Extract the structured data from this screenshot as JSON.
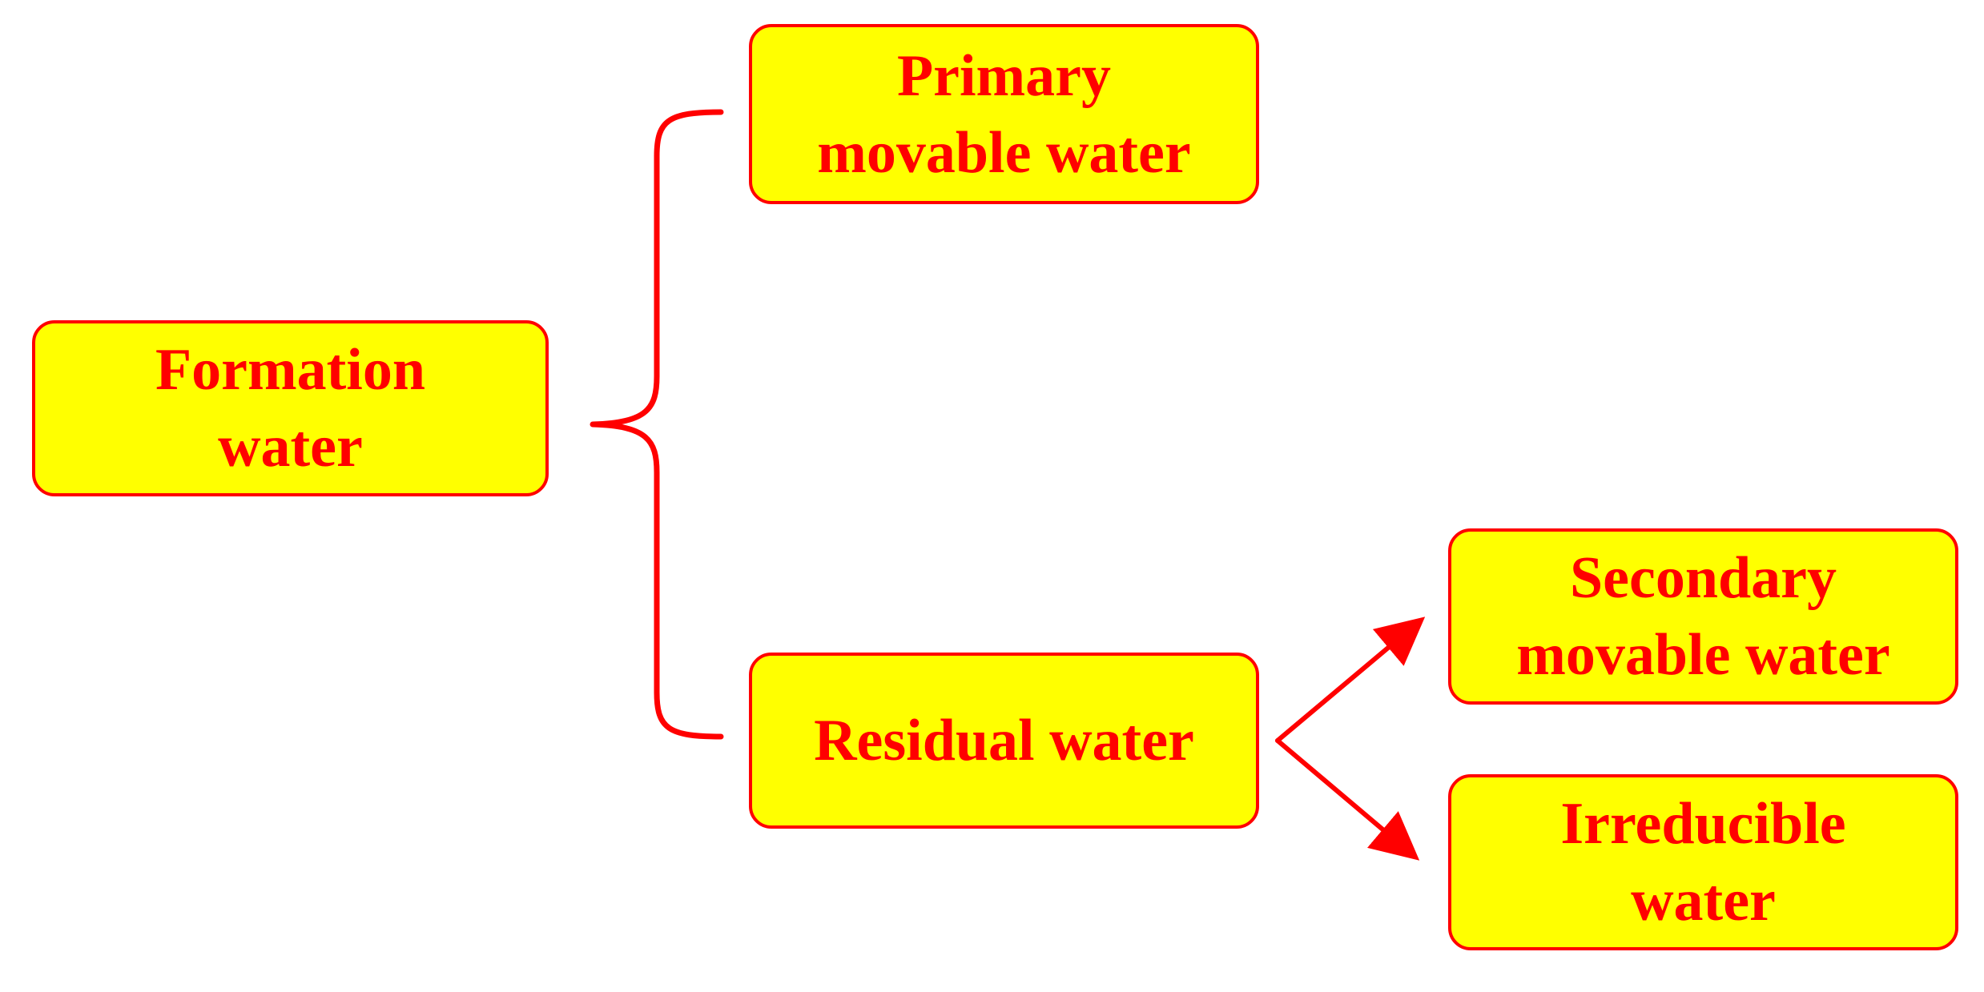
{
  "nodes": {
    "formation_water": "Formation\nwater",
    "primary_movable_water": "Primary\nmovable water",
    "residual_water": "Residual water",
    "secondary_movable_water": "Secondary\nmovable water",
    "irreducible_water": "Irreducible\nwater"
  },
  "colors": {
    "fill": "#ffff00",
    "stroke": "#ff0000",
    "text": "#ff0000",
    "background": "#ffffff"
  }
}
